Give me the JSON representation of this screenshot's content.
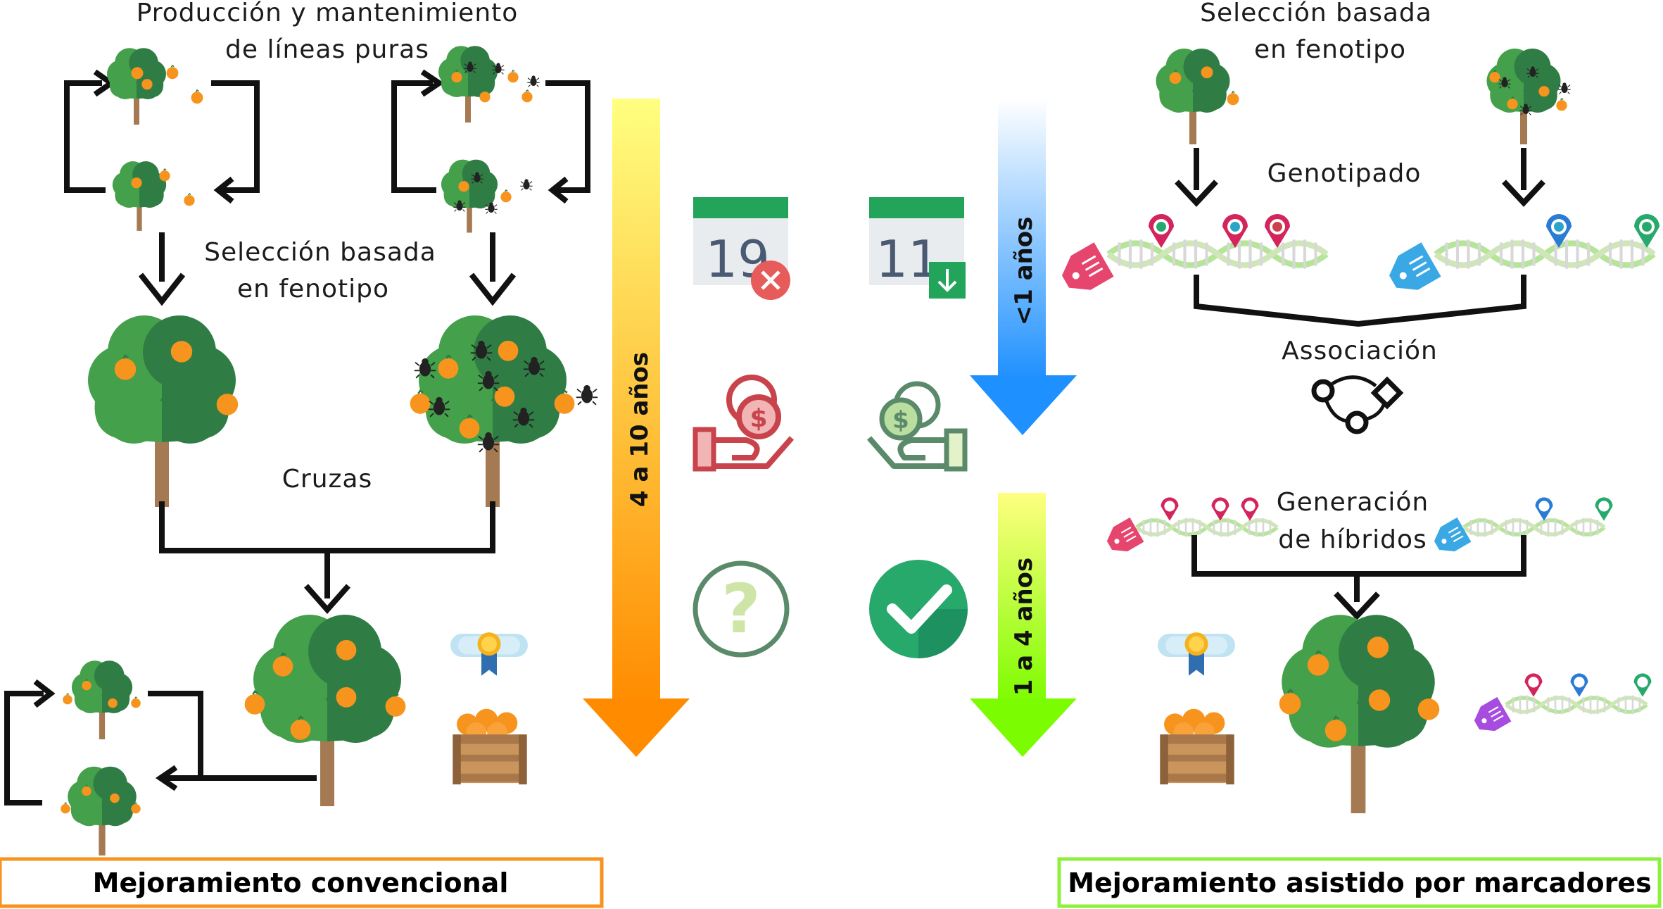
{
  "conventional": {
    "title": "Producción y mantenimiento",
    "title_line2": "de líneas puras",
    "selection_line1": "Selección basada",
    "selection_line2": "en fenotipo",
    "crosses": "Cruzas",
    "duration": "4 a 10 años",
    "box_label": "Mejoramiento convencional",
    "box_color": "#f7931e",
    "calendar_day": "19"
  },
  "marker": {
    "selection_line1": "Selección basada",
    "selection_line2": "en fenotipo",
    "genotyping": "Genotipado",
    "association": "Associación",
    "hybrid_line1": "Generación",
    "hybrid_line2": "de híbridos",
    "duration_top": "<1 años",
    "duration_bottom": "1 a 4 años",
    "box_label": "Mejoramiento asistido por marcadores",
    "box_color": "#8cf03c",
    "calendar_day": "11"
  },
  "colors": {
    "tree_light": "#44a04a",
    "tree_dark": "#2f7d45",
    "trunk": "#a57a52",
    "orange": "#f7941d",
    "arrow_orange_top": "#ffff80",
    "arrow_orange_bottom": "#ff8c00",
    "arrow_blue_top": "#ffffff",
    "arrow_blue_bottom": "#1e90ff",
    "arrow_green_top": "#ffff80",
    "arrow_green_bottom": "#7cfc00",
    "calendar_header": "#22a55b",
    "cost_high": "#c8434b",
    "cost_low": "#5a8a6a",
    "check_green": "#27a96c"
  },
  "icons": [
    "calendar-icon",
    "cancel-icon",
    "download-icon",
    "money-hand-icon",
    "question-icon",
    "check-icon",
    "certificate-icon",
    "fruit-crate-icon",
    "dna-icon",
    "tag-icon",
    "association-icon",
    "pest-icon"
  ]
}
